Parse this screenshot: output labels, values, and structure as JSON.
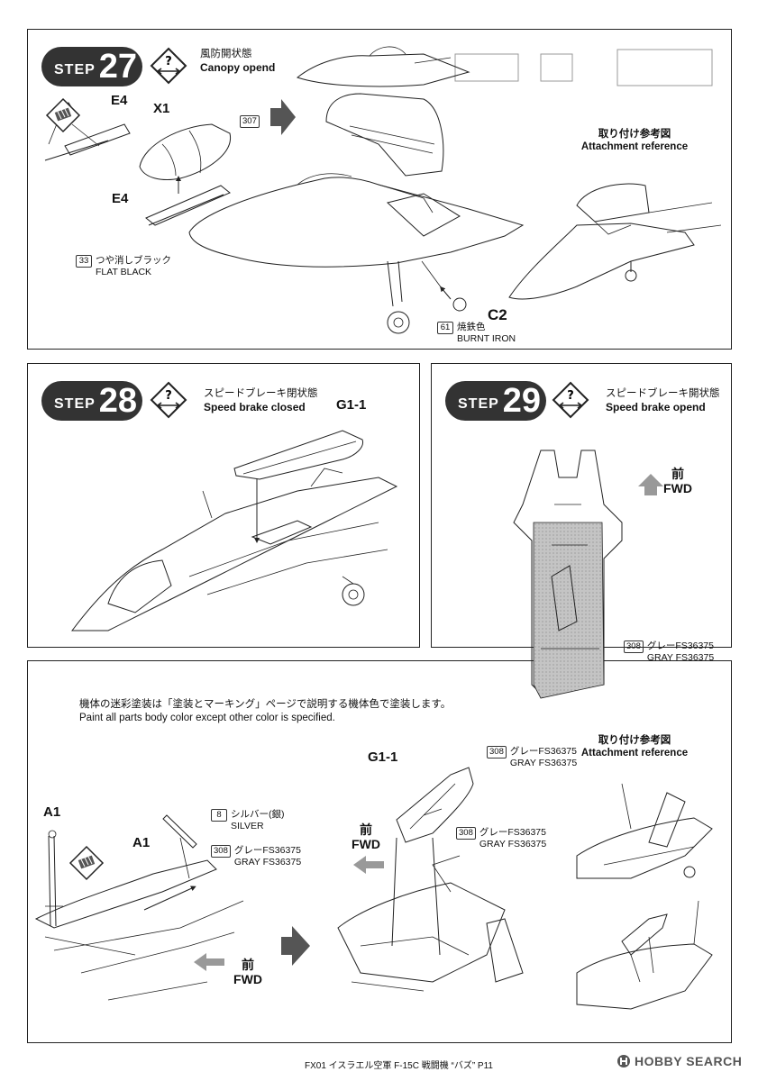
{
  "steps": {
    "s27": {
      "label": "STEP",
      "number": "27",
      "title_jp": "風防開状態",
      "title_en": "Canopy opend"
    },
    "s28": {
      "label": "STEP",
      "number": "28",
      "title_jp": "スピードブレーキ閉状態",
      "title_en": "Speed brake closed"
    },
    "s29": {
      "label": "STEP",
      "number": "29",
      "title_jp": "スピードブレーキ開状態",
      "title_en": "Speed brake opend"
    }
  },
  "parts": {
    "e4_top": "E4",
    "x1": "X1",
    "e4_bottom": "E4",
    "c2": "C2",
    "g1_1_s28": "G1-1",
    "a1_left": "A1",
    "a1_mid": "A1",
    "g1_1_bottom": "G1-1"
  },
  "paints": {
    "p307": {
      "code": "307"
    },
    "p33": {
      "code": "33",
      "jp": "つや消しブラック",
      "en": "FLAT BLACK"
    },
    "p61": {
      "code": "61",
      "jp": "焼鉄色",
      "en": "BURNT IRON"
    },
    "p308_s29": {
      "code": "308",
      "jp": "グレーFS36375",
      "en": "GRAY FS36375"
    },
    "p8": {
      "code": "8",
      "jp": "シルバー(銀)",
      "en": "SILVER"
    },
    "p308_a": {
      "code": "308",
      "jp": "グレーFS36375",
      "en": "GRAY FS36375"
    },
    "p308_b": {
      "code": "308",
      "jp": "グレーFS36375",
      "en": "GRAY FS36375"
    },
    "p308_c": {
      "code": "308",
      "jp": "グレーFS36375",
      "en": "GRAY FS36375"
    }
  },
  "reference": {
    "s27": {
      "jp": "取り付け参考図",
      "en": "Attachment reference"
    },
    "bottom": {
      "jp": "取り付け参考図",
      "en": "Attachment reference"
    }
  },
  "fwd": {
    "s29": {
      "jp": "前",
      "en": "FWD"
    },
    "bottom_left": {
      "jp": "前",
      "en": "FWD"
    },
    "bottom_mid": {
      "jp": "前",
      "en": "FWD"
    }
  },
  "note": {
    "jp": "機体の迷彩塗装は「塗装とマーキング」ページで説明する機体色で塗装します。",
    "en": "Paint all parts body color except other color is specified."
  },
  "footer": {
    "text": "FX01 イスラエル空軍 F-15C 戦闘機 “バズ” P11"
  },
  "brand": {
    "text": "HOBBY SEARCH"
  },
  "icons": [
    "choice-icon",
    "grip-icon",
    "arrow-right-icon",
    "fwd-arrow-icon",
    "hobby-search-logo-icon"
  ]
}
